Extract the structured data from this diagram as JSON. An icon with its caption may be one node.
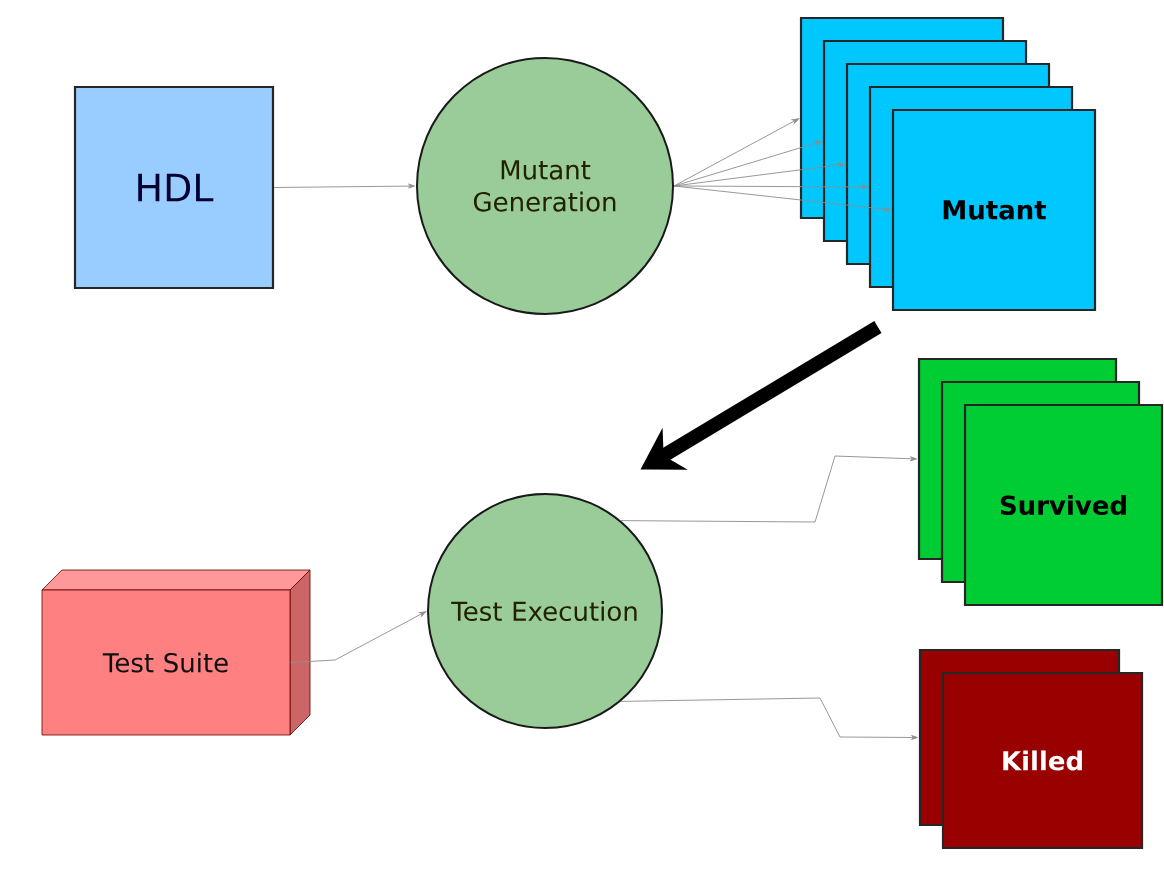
{
  "diagram": {
    "nodes": [
      {
        "text": [
          "HDL"
        ]
      },
      {
        "text": [
          "Mutant Generation"
        ]
      },
      {
        "text": [
          "Mutant"
        ]
      },
      {
        "text": [
          "Test Suite"
        ]
      },
      {
        "text": [
          "Test Execution"
        ]
      },
      {
        "text": [
          "Survived"
        ]
      },
      {
        "text": [
          "Killed"
        ]
      }
    ],
    "edges": [
      {
        "from": 0,
        "to": 1,
        "arrow": "to"
      },
      {
        "from": 1,
        "to": 2,
        "arrow": "to"
      },
      {
        "from": 1,
        "to": 2,
        "arrow": "to"
      },
      {
        "from": 1,
        "to": 2,
        "arrow": "to"
      },
      {
        "from": 1,
        "to": 2,
        "arrow": "to"
      },
      {
        "from": 1,
        "to": 2,
        "arrow": "to"
      },
      {
        "from": 2,
        "to": 4,
        "arrow": "to",
        "style": "thick",
        "color": "#000000"
      },
      {
        "from": 3,
        "to": 4,
        "arrow": "to"
      },
      {
        "from": 4,
        "to": 5,
        "arrow": "to"
      },
      {
        "from": 4,
        "to": 6,
        "arrow": "to"
      }
    ]
  }
}
